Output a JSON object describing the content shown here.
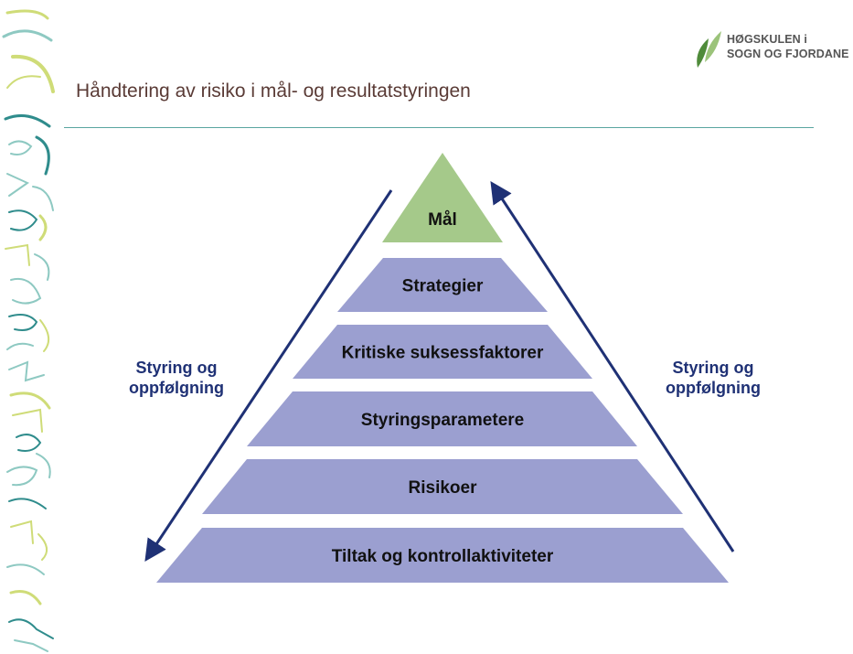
{
  "page": {
    "title": "Håndtering av risiko i mål- og resultatstyringen"
  },
  "logo": {
    "line1": "HØGSKULEN i",
    "line2": "SOGN OG FJORDANE",
    "icon": "leaf-logo-icon",
    "colors": {
      "leaf_dark": "#4f8b3a",
      "leaf_light": "#9bc37a",
      "text": "#555555"
    }
  },
  "decor": {
    "icon": "decorative-stroke-pattern",
    "colors": [
      "#cfdc78",
      "#8ec9c2",
      "#2f8c8c"
    ]
  },
  "colors": {
    "title": "#5a3b36",
    "rule": "#5aa6a0",
    "apex_fill": "#a5c98a",
    "level_fill": "#9b9fd0",
    "level_text": "#111111",
    "arrow": "#1f3175",
    "side_label": "#1f3175"
  },
  "diagram": {
    "apex": "Mål",
    "levels": [
      "Strategier",
      "Kritiske suksessfaktorer",
      "Styringsparametere",
      "Risikoer",
      "Tiltak og kontrollaktiviteter"
    ],
    "left_label": {
      "line1": "Styring og",
      "line2": "oppfølgning",
      "arrow": "down"
    },
    "right_label": {
      "line1": "Styring og",
      "line2": "oppfølgning",
      "arrow": "up"
    }
  }
}
